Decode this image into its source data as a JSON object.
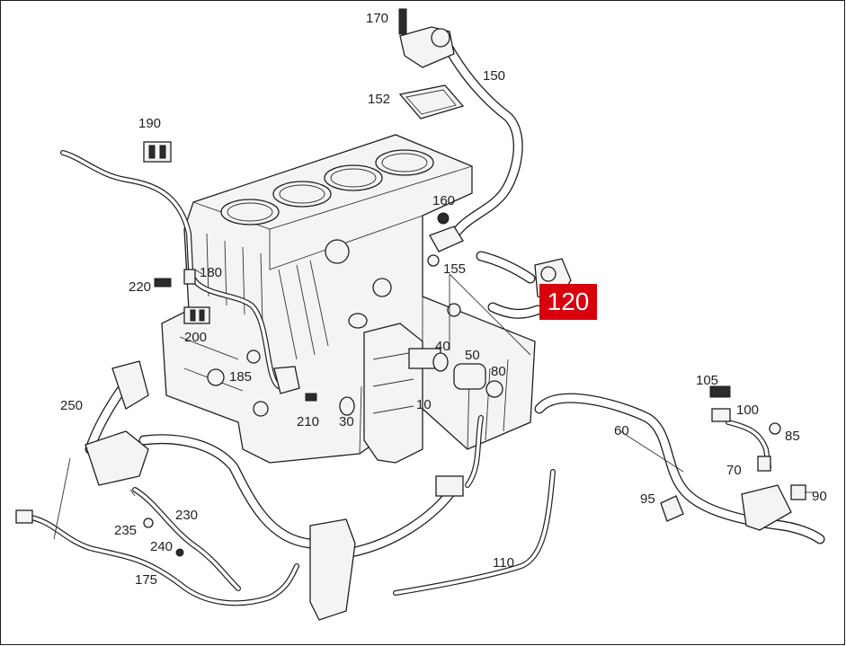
{
  "diagram": {
    "highlighted_part": "120",
    "highlight_color": "#d8000d",
    "labels": {
      "p10": "10",
      "p30": "30",
      "p40": "40",
      "p50": "50",
      "p60": "60",
      "p70": "70",
      "p80": "80",
      "p85": "85",
      "p90": "90",
      "p95": "95",
      "p100": "100",
      "p105": "105",
      "p110": "110",
      "p150": "150",
      "p152": "152",
      "p155": "155",
      "p160": "160",
      "p170": "170",
      "p175": "175",
      "p180": "180",
      "p185": "185",
      "p190": "190",
      "p200": "200",
      "p210": "210",
      "p220": "220",
      "p230": "230",
      "p235": "235",
      "p240": "240",
      "p250": "250"
    }
  }
}
